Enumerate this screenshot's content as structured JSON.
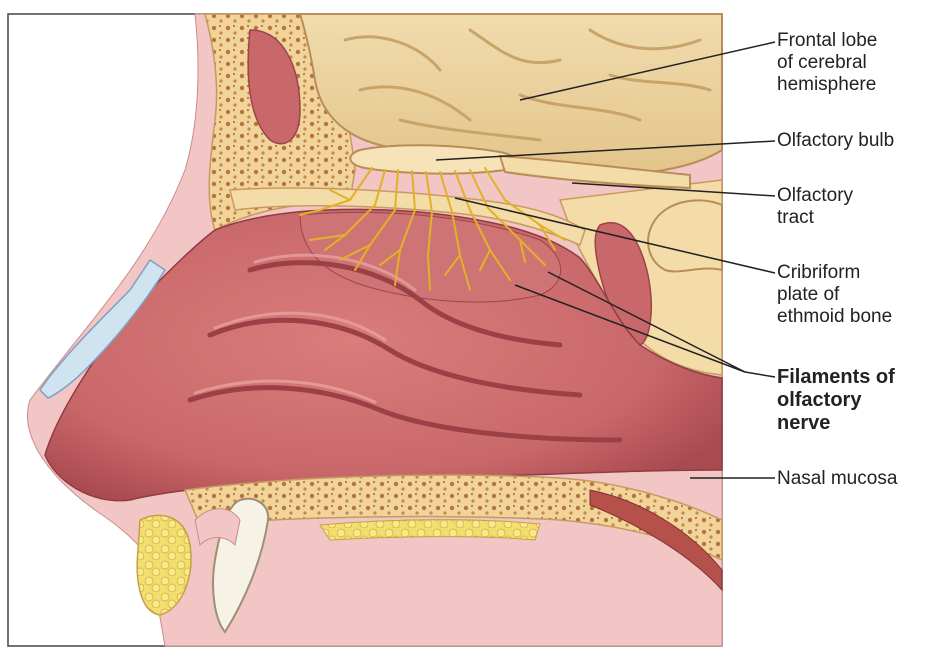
{
  "figure": {
    "labels": {
      "frontal_lobe": "Frontal lobe\nof cerebral\nhemisphere",
      "olfactory_bulb": "Olfactory bulb",
      "olfactory_tract": "Olfactory\ntract",
      "cribriform_plate": "Cribriform\nplate of\nethmoid bone",
      "filaments": "Filaments of\nolfactory\nnerve",
      "nasal_mucosa": "Nasal mucosa"
    },
    "colors": {
      "brain": "#eed6a4",
      "bone": "#f3dca8",
      "mucosa": "#c9686a",
      "mucosa_dark": "#a94a50",
      "skin": "#f2c6c4",
      "nerve": "#e2b128",
      "cartilage": "#cfe3f0",
      "leader": "#222222"
    }
  }
}
